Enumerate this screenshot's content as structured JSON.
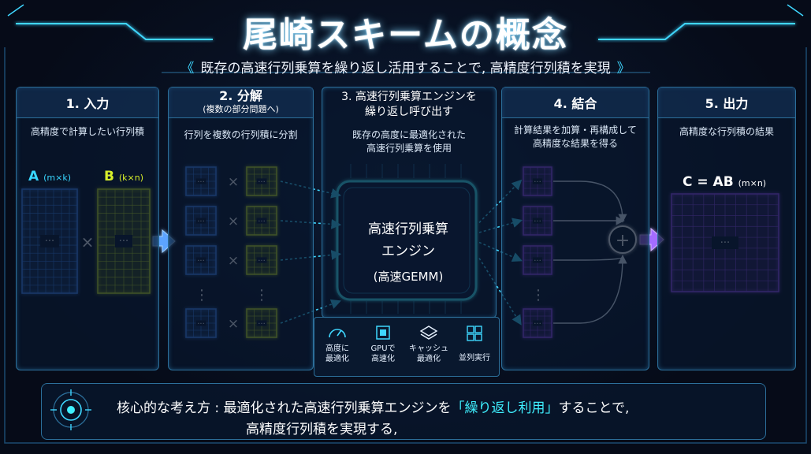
{
  "title": "尾崎スキームの概念",
  "subtitle": {
    "text": "既存の高速行列乗算を繰り返し活用することで, 高精度行列積を実現",
    "left_deco": "《",
    "right_deco": "》"
  },
  "panels": [
    {
      "head": "1. 入力",
      "desc": "高精度で計算したい行列積"
    },
    {
      "head": "2. 分解",
      "head_sub": "(複数の部分問題へ)",
      "desc": "行列を複数の行列積に分割"
    },
    {
      "head_line1": "3. 高速行列乗算エンジンを",
      "head_line2": "繰り返し呼び出す",
      "desc_line1": "既存の高度に最適化された",
      "desc_line2": "高速行列乗算を使用"
    },
    {
      "head": "4. 結合",
      "desc_line1": "計算結果を加算・再構成して",
      "desc_line2": "高精度な結果を得る"
    },
    {
      "head": "5. 出力",
      "desc": "高精度な行列積の結果"
    }
  ],
  "matrices": {
    "a_label": "A",
    "a_dims": "(m×k)",
    "b_label": "B",
    "b_dims": "(k×n)",
    "c_label": "C = AB",
    "c_dims": "(m×n)",
    "ellipsis": "···",
    "times": "×",
    "vdots": "⋮",
    "plus": "+"
  },
  "engine": {
    "line1": "高速行列乗算",
    "line2": "エンジン",
    "line3": "(高速GEMM)"
  },
  "features": [
    {
      "icon": "gauge-icon",
      "line1": "高度に",
      "line2": "最適化"
    },
    {
      "icon": "chip-icon",
      "line1": "GPUで",
      "line2": "高速化"
    },
    {
      "icon": "layers-icon",
      "line1": "キャッシュ",
      "line2": "最適化"
    },
    {
      "icon": "grid-icon",
      "line1": "並列実行",
      "line2": ""
    }
  ],
  "bottom": {
    "prefix": "核心的な考え方 : 最適化された高速行列乗算エンジンを",
    "highlight": "「繰り返し利用」",
    "suffix": "することで,",
    "line2": "高精度行列積を実現する,"
  },
  "colors": {
    "blue": "#3f8cff",
    "yellow": "#c9ea1e",
    "purple": "#9a4dff",
    "cyan": "#3fd7ff",
    "panel_border": "#2c6f9a"
  }
}
